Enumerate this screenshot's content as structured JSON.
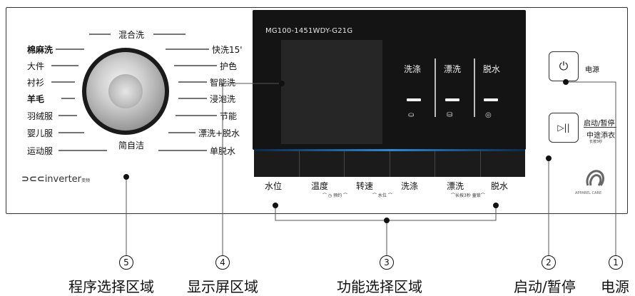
{
  "program_dial": {
    "top": "混合洗",
    "bottom": "简自洁",
    "left": [
      "棉麻洗",
      "大件",
      "衬衫",
      "羊毛",
      "羽绒服",
      "婴儿服",
      "运动服"
    ],
    "right": [
      "快洗15'",
      "护色",
      "智能洗",
      "浸泡洗",
      "节能",
      "漂洗+脱水",
      "单脱水"
    ]
  },
  "brand": {
    "logo": "inverter",
    "sub": "变频"
  },
  "display": {
    "model": "MG100-1451WDY-G21G",
    "columns": [
      "洗涤",
      "漂洗",
      "脱水"
    ]
  },
  "functions": {
    "buttons": [
      "水位",
      "温度",
      "转速",
      "洗涤",
      "漂洗",
      "脱水"
    ],
    "sub_temp": "预约",
    "sub_water": "水位",
    "sub_lock": "长按3秒 童锁"
  },
  "power": {
    "label": "电源",
    "icon": "power-icon"
  },
  "start": {
    "label": "启动/暂停",
    "add": "中途添衣",
    "add_hint": "长按3秒",
    "icon": "play-pause-icon"
  },
  "woolmark": {
    "text": "APPAREL CARE"
  },
  "callouts": [
    {
      "num": "5",
      "label": "程序选择区域"
    },
    {
      "num": "4",
      "label": "显示屏区域"
    },
    {
      "num": "3",
      "label": "功能选择区域"
    },
    {
      "num": "2",
      "label": "启动/暂停"
    },
    {
      "num": "1",
      "label": "电源"
    }
  ]
}
